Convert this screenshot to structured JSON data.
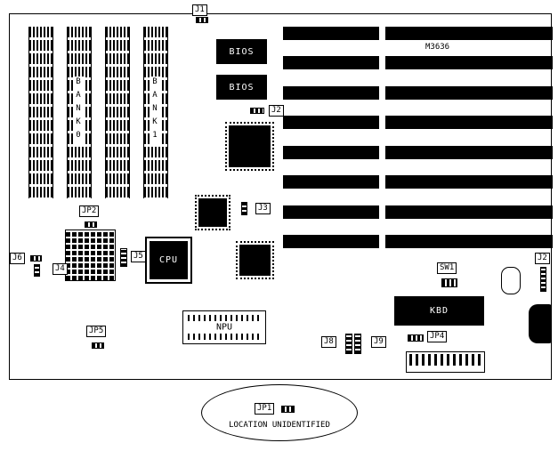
{
  "labels": {
    "j1": "J1",
    "j2_left": "J2",
    "j2_right": "J2",
    "jp2": "JP2",
    "j3": "J3",
    "j4": "J4",
    "j5": "J5",
    "j6": "J6",
    "j8": "J8",
    "j9": "J9",
    "jp4": "JP4",
    "jp5": "JP5",
    "sw1": "SW1"
  },
  "chips": {
    "bios1": "BIOS",
    "bios2": "BIOS",
    "cpu": "CPU",
    "kbd": "KBD",
    "npu": "NPU"
  },
  "banks": {
    "bank0": "BANK0",
    "bank1": "BANK1"
  },
  "silkscreen": {
    "model": "M3636"
  },
  "memory": {
    "bank_columns": 4,
    "chips_per_column": 13
  },
  "expansion_slots": {
    "rows": 8,
    "segments_per_row": 2
  },
  "callout": {
    "label": "JP1",
    "note": "LOCATION UNIDENTIFIED"
  },
  "colors": {
    "ink": "#000000",
    "paper": "#ffffff"
  }
}
